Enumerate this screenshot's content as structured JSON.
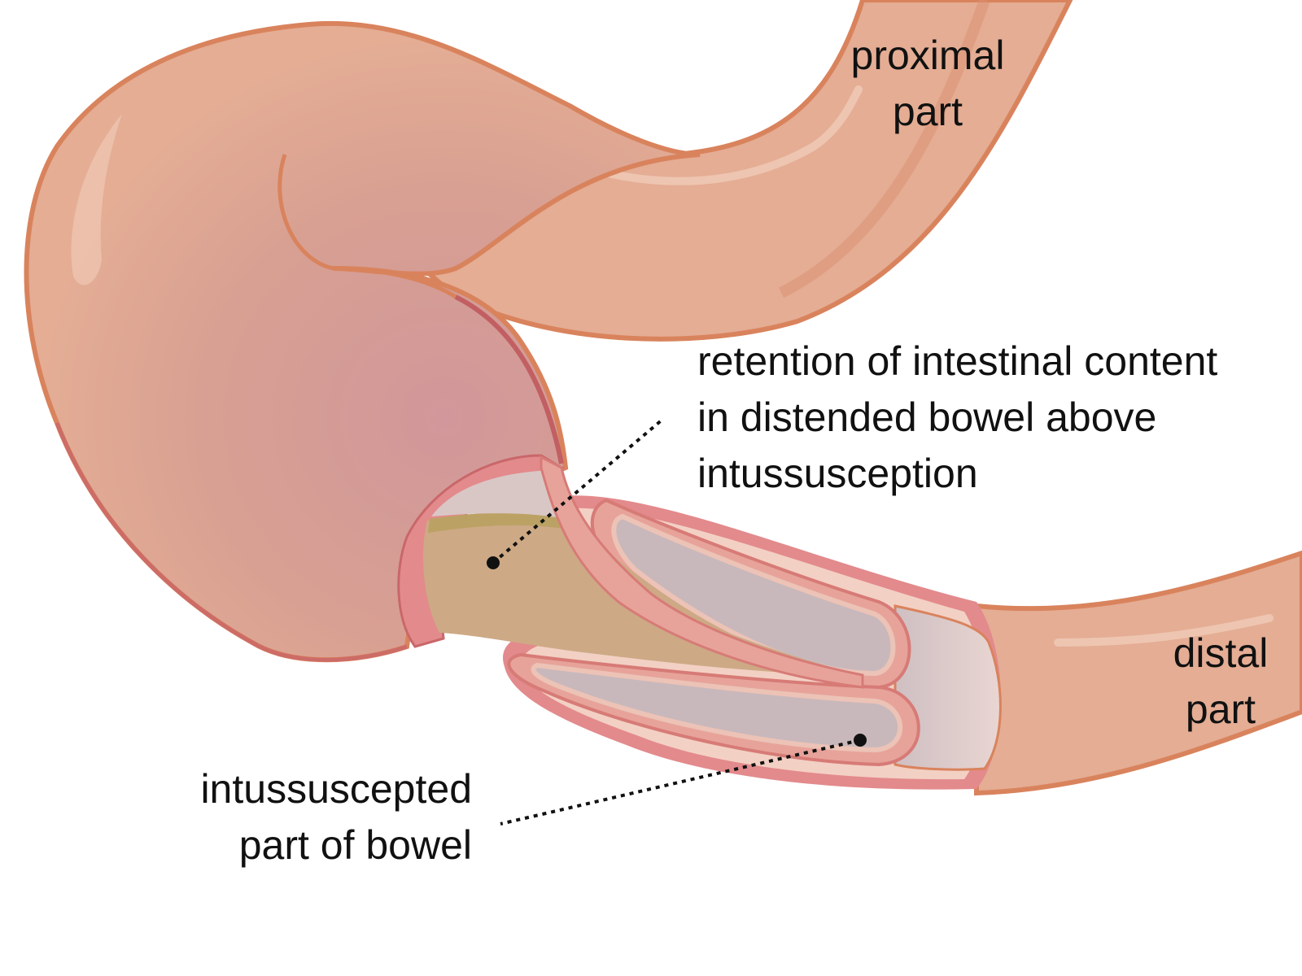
{
  "labels": {
    "proximal": {
      "lines": [
        "proximal",
        "part"
      ]
    },
    "retention": {
      "lines": [
        "retention of intestinal content",
        "in distended bowel above",
        "intussusception"
      ]
    },
    "distal": {
      "lines": [
        "distal",
        "part"
      ]
    },
    "intussuscepted": {
      "lines": [
        "intussuscepted",
        "part of bowel"
      ]
    }
  },
  "colors": {
    "bowel_fill": "#e4ad94",
    "bowel_outline": "#d9835d",
    "bowel_highlight": "#f0cbb8",
    "distended_shade": "#d4999a",
    "mucosa_pink": "#e38a8c",
    "mucosa_light": "#f3d0c4",
    "lumen_grey": "#c9b6b8",
    "content_fill": "#cda985",
    "content_olive": "#bba264",
    "leader": "#111111"
  }
}
